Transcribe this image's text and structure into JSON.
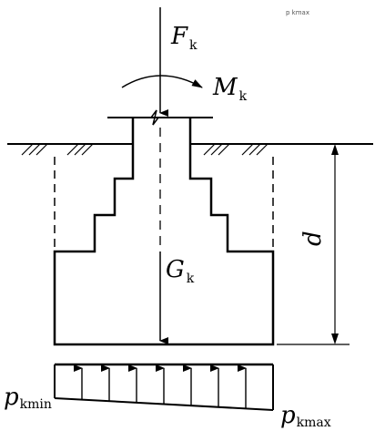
{
  "labels": {
    "Fk": {
      "main": "F",
      "sub": "k"
    },
    "Mk": {
      "main": "M",
      "sub": "k"
    },
    "Gk": {
      "main": "G",
      "sub": "k"
    },
    "d": {
      "main": "d"
    },
    "pkmin": {
      "main": "p",
      "sub": "kmin"
    },
    "pkmax": {
      "main": "p",
      "sub": "kmax"
    },
    "corner_mark": "p kmax"
  }
}
